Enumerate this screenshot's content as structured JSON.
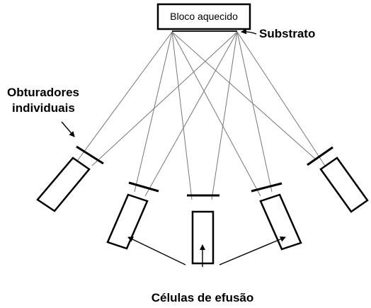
{
  "heated_block": {
    "label": "Bloco aquecido"
  },
  "substrate": {
    "label": "Substrato"
  },
  "shutters": {
    "label_line1": "Obturadores",
    "label_line2": "individuais"
  },
  "effusion_cells": {
    "label": "Células de efusão"
  },
  "colors": {
    "outline": "#000000",
    "rays": "#777777",
    "background": "#ffffff"
  }
}
